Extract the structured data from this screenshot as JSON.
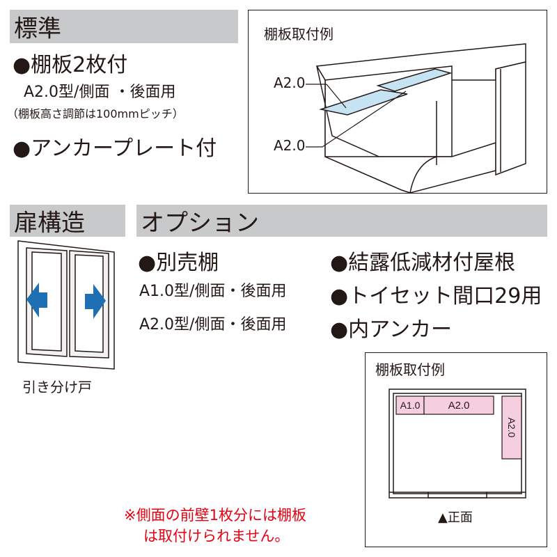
{
  "standard": {
    "header": "標準",
    "item1": "●棚板2枚付",
    "item1_sub": "A2.0型/側面 ・後面用",
    "item1_note": "（棚板高さ調節は100mmピッチ）",
    "item2": "●アンカープレート付"
  },
  "shelf_example_3d": {
    "title": "棚板取付例",
    "label_top": "A2.0",
    "label_bottom": "A2.0"
  },
  "door": {
    "header": "扉構造",
    "caption": "引き分け戸",
    "arrow_color": "#1f6fb5"
  },
  "options": {
    "header": "オプション",
    "col1_title": "●別売棚",
    "col1_line1": "A1.0型/側面・後面用",
    "col1_line2": "A2.0型/側面・後面用",
    "col2_line1": "●結露低減材付屋根",
    "col2_line2": "●トイセット間口29用",
    "col2_line3": "●内アンカー"
  },
  "shelf_example_plan": {
    "title": "棚板取付例",
    "shelf_a": "A1.0",
    "shelf_b": "A2.0",
    "shelf_c": "A2.0",
    "front_label": "▲正面",
    "shelf_color": "#f5cfe0"
  },
  "note": {
    "line1": "※側面の前壁1枚分には棚板",
    "line2": "は取付けられません。",
    "color": "#e60012"
  }
}
